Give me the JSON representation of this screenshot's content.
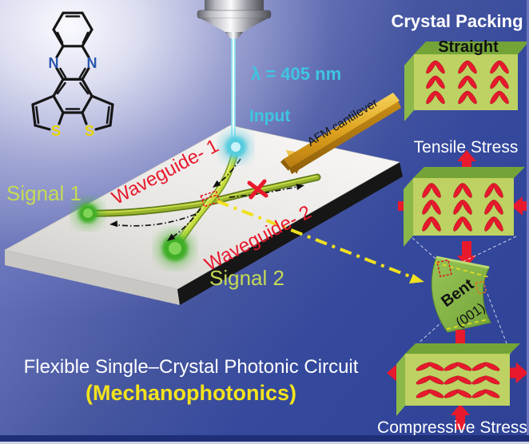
{
  "molecule": {
    "atom_n_left": "N",
    "atom_n_right": "N",
    "atom_s_left": "S",
    "atom_s_right": "S"
  },
  "laser": {
    "wavelength": "λ = 405 nm",
    "input": "Input"
  },
  "afm": {
    "label": "AFM cantilever"
  },
  "circuit": {
    "signal1": "Signal 1",
    "signal2": "Signal 2",
    "waveguide1": "Waveguide- 1",
    "waveguide2": "Waveguide- 2"
  },
  "packing": {
    "title": "Crystal Packing",
    "straight": "Straight",
    "tensile": "Tensile Stress",
    "bent": "Bent",
    "plane": "(001)",
    "compressive": "Compressive Stress"
  },
  "caption": {
    "line1": "Flexible Single–Crystal Photonic Circuit",
    "line2": "(Mechanophotonics)"
  },
  "colors": {
    "accent_red": "#e8192c",
    "crystal_front_green": "#bdd262",
    "crystal_top_green": "#74a438",
    "beam_cyan": "#7ae0ef",
    "signal_text_green": "#c6da55",
    "caption_yellow": "#f3e31c",
    "background_blue": "#35499d"
  }
}
